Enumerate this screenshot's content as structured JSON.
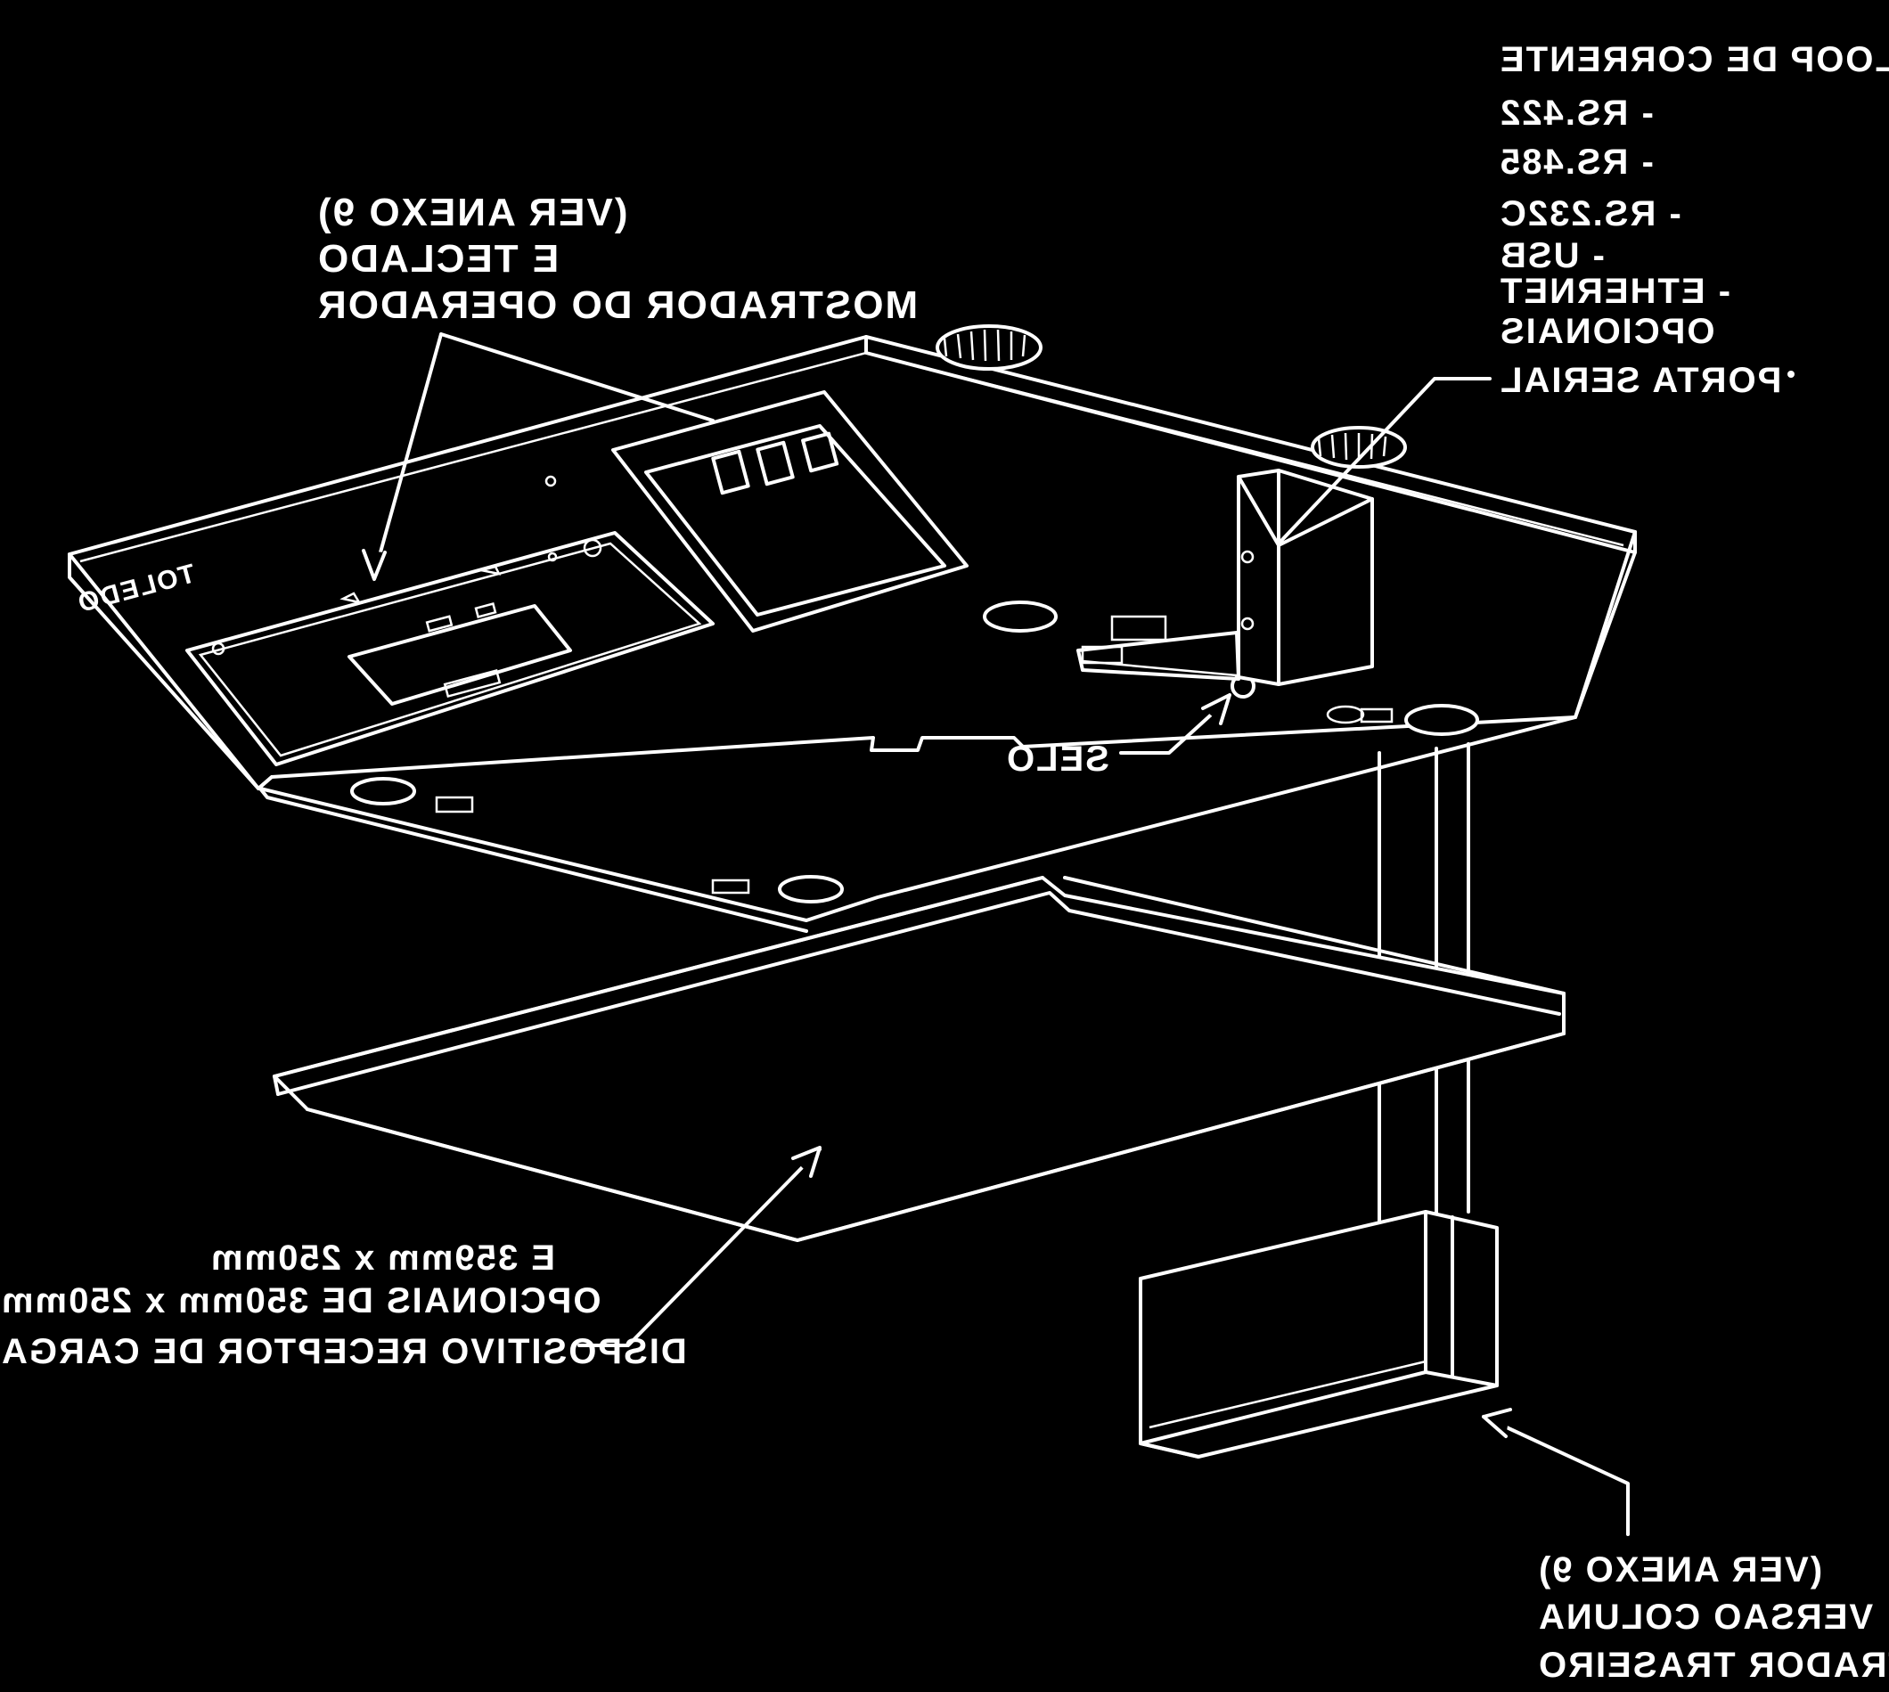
{
  "colors": {
    "background": "#000000",
    "ink": "#ffffff"
  },
  "labels": {
    "operator_display": [
      "(VER ANEXO 9)",
      "E TECLADO",
      "MOSTRADOR DO OPERADOR"
    ],
    "serial_port_title": [
      "PORTA SERIAL",
      "OPCIONAIS"
    ],
    "serial_options": [
      "- LOOP DE CORRENTE",
      "- RS.422",
      "- RS.485",
      "- RS.232C",
      "- USB",
      "- ETHERNET"
    ],
    "seal": "SELO",
    "platter": [
      "E 359mm x 250mm",
      "OPCIONAIS DE 350mm x 250mm",
      "DISPOSITIVO RECEPTOR DE CARGA"
    ],
    "rear_display": [
      "(VER ANEXO 9)",
      "VERSAO COLUNA",
      "MOSTRADOR TRASEIRO"
    ],
    "brand": "TOLEDO"
  }
}
